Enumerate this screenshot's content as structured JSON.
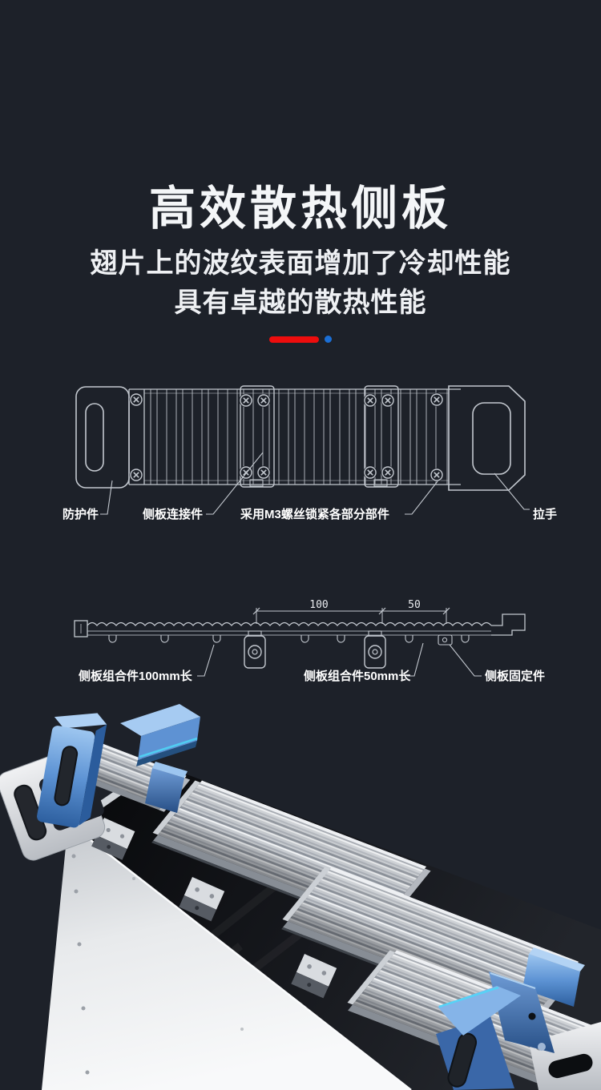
{
  "header": {
    "title": "高效散热侧板",
    "subtitle_line1": "翅片上的波纹表面增加了冷却性能",
    "subtitle_line2": "具有卓越的散热性能"
  },
  "top_view_diagram": {
    "label_guard": "防护件",
    "label_connector": "侧板连接件",
    "label_screws": "采用M3螺丝锁紧各部分部件",
    "label_handle": "拉手"
  },
  "profile_diagram": {
    "dim_100": "100",
    "dim_50": "50",
    "label_assembly_100": "侧板组合件100mm长",
    "label_assembly_50": "侧板组合件50mm长",
    "label_fixing": "侧板固定件"
  },
  "colors": {
    "background": "#1d2129",
    "title_text": "#f4f6f8",
    "accent_red": "#ee0d0d",
    "accent_blue": "#1b6fd6",
    "cad_line": "#c3c8cf",
    "aluminum_light": "#f2f3f5",
    "aluminum_dark": "#9aa0a8",
    "clamp_blue": "#5d93d2",
    "interior_black": "#0b0c0f"
  }
}
